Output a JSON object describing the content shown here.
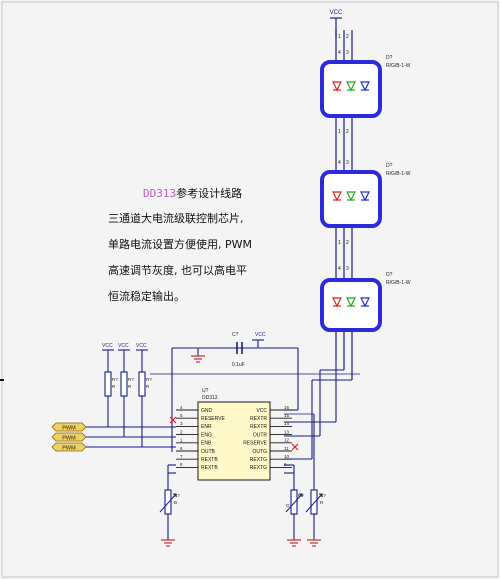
{
  "description": {
    "title_chip": "DD313",
    "title_rest": "参考设计线路",
    "lines": [
      "三通道大电流级联控制芯片,",
      "单路电流设置方便使用, PWM",
      "高速调节灰度, 也可以高电平",
      "恒流稳定输出。"
    ]
  },
  "supply": {
    "top_label": "VCC",
    "cap_vcc": "VCC"
  },
  "leds": [
    {
      "ref": "D?",
      "value": "R/G/B-1-W"
    },
    {
      "ref": "D?",
      "value": "R/G/B-1-W"
    },
    {
      "ref": "D?",
      "value": "R/G/B-1-W"
    }
  ],
  "capacitor": {
    "ref": "C?",
    "value": "0.1uF"
  },
  "pullups": {
    "vcc_labels": [
      "VCC",
      "VCC",
      "VCC"
    ],
    "refs": [
      "R?",
      "R?",
      "R?"
    ],
    "values": [
      "R",
      "R",
      "R"
    ]
  },
  "pwm_labels": [
    "PWM",
    "PWM",
    "PWM"
  ],
  "ic": {
    "ref": "U?",
    "name": "DD313",
    "left_pins": [
      {
        "num": "4",
        "name": "GND"
      },
      {
        "num": "5",
        "name": "RESERVE"
      },
      {
        "num": "3",
        "name": "ENR"
      },
      {
        "num": "2",
        "name": "ENG"
      },
      {
        "num": "1",
        "name": "ENB"
      },
      {
        "num": "6",
        "name": "OUTB"
      },
      {
        "num": "7",
        "name": "REXTB"
      },
      {
        "num": "8",
        "name": "REXTB"
      }
    ],
    "right_pins": [
      {
        "num": "16",
        "name": "VCC"
      },
      {
        "num": "15",
        "name": "REXTR"
      },
      {
        "num": "14",
        "name": "REXTR"
      },
      {
        "num": "13",
        "name": "OUTR"
      },
      {
        "num": "12",
        "name": "RESERVE"
      },
      {
        "num": "11",
        "name": "OUTG"
      },
      {
        "num": "10",
        "name": "REXTG"
      },
      {
        "num": "9",
        "name": "REXTG"
      }
    ]
  },
  "set_resistors": [
    {
      "ref": "R?",
      "value": "B"
    },
    {
      "ref": "R?",
      "value": "G"
    },
    {
      "ref": "R?",
      "value": "R"
    }
  ],
  "colors": {
    "wire": "#1a1a8c",
    "bus": "#2233aa",
    "led_box": "#2b2bdd",
    "led_red": "#dd2222",
    "led_green": "#22aa22",
    "led_blue": "#2233cc",
    "ic_fill": "#fff8c8",
    "ground": "#c83030",
    "pwm_fill": "#f0d060",
    "chip_text": "#c060c0",
    "no_connect": "#dd2222"
  }
}
